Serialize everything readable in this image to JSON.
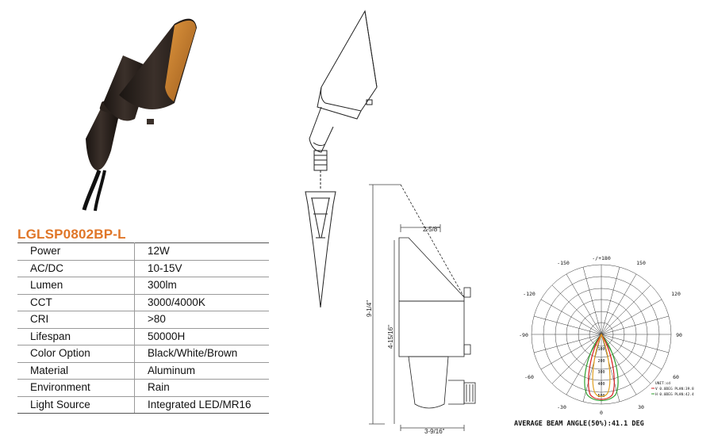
{
  "model": "LGLSP0802BP-L",
  "specs": [
    {
      "label": "Power",
      "value": "12W"
    },
    {
      "label": "AC/DC",
      "value": "10-15V"
    },
    {
      "label": "Lumen",
      "value": "300lm"
    },
    {
      "label": "CCT",
      "value": "3000/4000K"
    },
    {
      "label": "CRI",
      "value": ">80"
    },
    {
      "label": "Lifespan",
      "value": "50000H"
    },
    {
      "label": "Color Option",
      "value": "Black/White/Brown"
    },
    {
      "label": "Material",
      "value": "Aluminum"
    },
    {
      "label": "Environment",
      "value": "Rain"
    },
    {
      "label": "Light Source",
      "value": "Integrated LED/MR16"
    }
  ],
  "dimensions": {
    "overall_height": "9-1/4\"",
    "head_height": "4-15/16\"",
    "top_width": "2-5/8\"",
    "bottom_width": "3-9/16\""
  },
  "polar": {
    "angle_labels": [
      "-150",
      "-/+180",
      "150",
      "-120",
      "120",
      "-90",
      "90",
      "-60",
      "60",
      "-30",
      "0",
      "30"
    ],
    "radial_labels": [
      "100",
      "200",
      "300",
      "400",
      "500"
    ],
    "unit_label": "UNIT:cd",
    "legend": [
      {
        "text": "V 0.0DEG PLAN:39.8",
        "color": "#d62020"
      },
      {
        "text": "H 0.0DEG PLAN:42.4",
        "color": "#2e9e2e"
      }
    ],
    "beam_caption": "AVERAGE BEAM ANGLE(50%):41.1 DEG",
    "colors": {
      "orange_curve": "#e0a020",
      "red_curve": "#d62020",
      "green_curve": "#2e9e2e"
    }
  },
  "colors": {
    "accent": "#e07628",
    "housing": "#2b221d",
    "reflector": "#c97a2c"
  }
}
